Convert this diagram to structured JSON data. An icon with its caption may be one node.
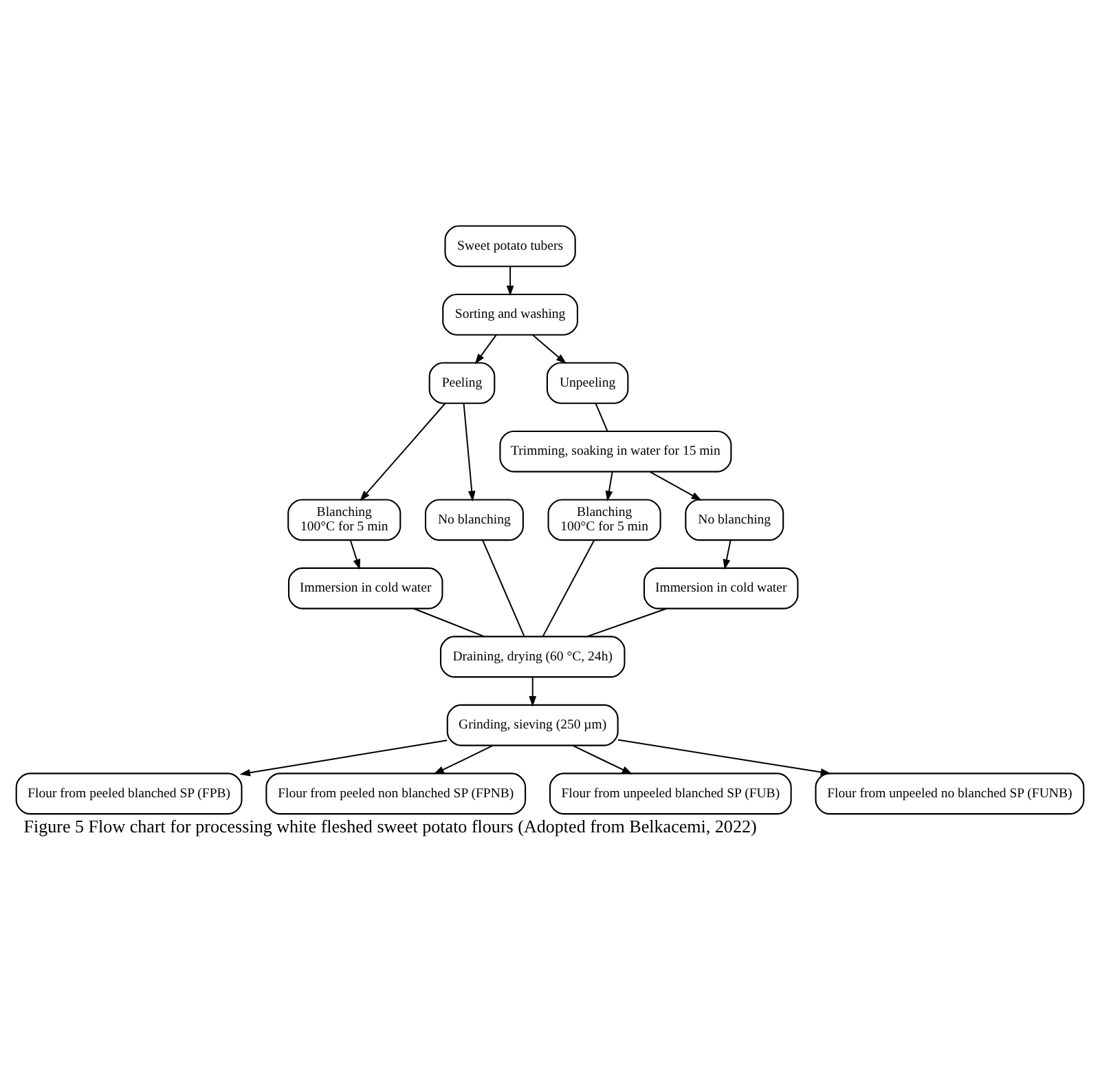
{
  "diagram": {
    "caption": "Figure 5 Flow chart for processing white fleshed sweet potato flours (Adopted from Belkacemi, 2022)",
    "nodes": [
      {
        "text": [
          "Sweet potato tubers"
        ]
      },
      {
        "text": [
          "Sorting and washing"
        ]
      },
      {
        "text": [
          "Peeling"
        ]
      },
      {
        "text": [
          "Unpeeling"
        ]
      },
      {
        "text": [
          "Trimming, soaking in water for 15 min"
        ]
      },
      {
        "text": [
          "Blanching",
          "100°C for 5 min"
        ]
      },
      {
        "text": [
          "No blanching"
        ]
      },
      {
        "text": [
          "Blanching",
          "100°C for 5 min"
        ]
      },
      {
        "text": [
          "No blanching"
        ]
      },
      {
        "text": [
          "Immersion in cold water"
        ]
      },
      {
        "text": [
          "Immersion in cold water"
        ]
      },
      {
        "text": [
          "Draining, drying (60 °C, 24h)"
        ]
      },
      {
        "text": [
          "Grinding, sieving (250 µm)"
        ]
      },
      {
        "text": [
          "Flour from peeled blanched SP (FPB)"
        ]
      },
      {
        "text": [
          "Flour from peeled non blanched SP (FPNB)"
        ]
      },
      {
        "text": [
          "Flour from unpeeled blanched SP (FUB)"
        ]
      },
      {
        "text": [
          "Flour from unpeeled no blanched SP (FUNB)"
        ]
      }
    ],
    "edges": [
      {
        "from": 0,
        "to": 1,
        "arrow": "to"
      },
      {
        "from": 1,
        "to": 2,
        "arrow": "to"
      },
      {
        "from": 1,
        "to": 3,
        "arrow": "to"
      },
      {
        "from": 2,
        "to": 5,
        "arrow": "to"
      },
      {
        "from": 2,
        "to": 6,
        "arrow": "to"
      },
      {
        "from": 3,
        "to": 4,
        "arrow": "none"
      },
      {
        "from": 4,
        "to": 7,
        "arrow": "to"
      },
      {
        "from": 4,
        "to": 8,
        "arrow": "to"
      },
      {
        "from": 5,
        "to": 9,
        "arrow": "to"
      },
      {
        "from": 8,
        "to": 10,
        "arrow": "to"
      },
      {
        "from": 9,
        "to": 11,
        "arrow": "none"
      },
      {
        "from": 6,
        "to": 11,
        "arrow": "none"
      },
      {
        "from": 7,
        "to": 11,
        "arrow": "none"
      },
      {
        "from": 10,
        "to": 11,
        "arrow": "none"
      },
      {
        "from": 11,
        "to": 12,
        "arrow": "to"
      },
      {
        "from": 12,
        "to": 13,
        "arrow": "to"
      },
      {
        "from": 12,
        "to": 14,
        "arrow": "to"
      },
      {
        "from": 12,
        "to": 15,
        "arrow": "to"
      },
      {
        "from": 12,
        "to": 16,
        "arrow": "to"
      }
    ]
  }
}
